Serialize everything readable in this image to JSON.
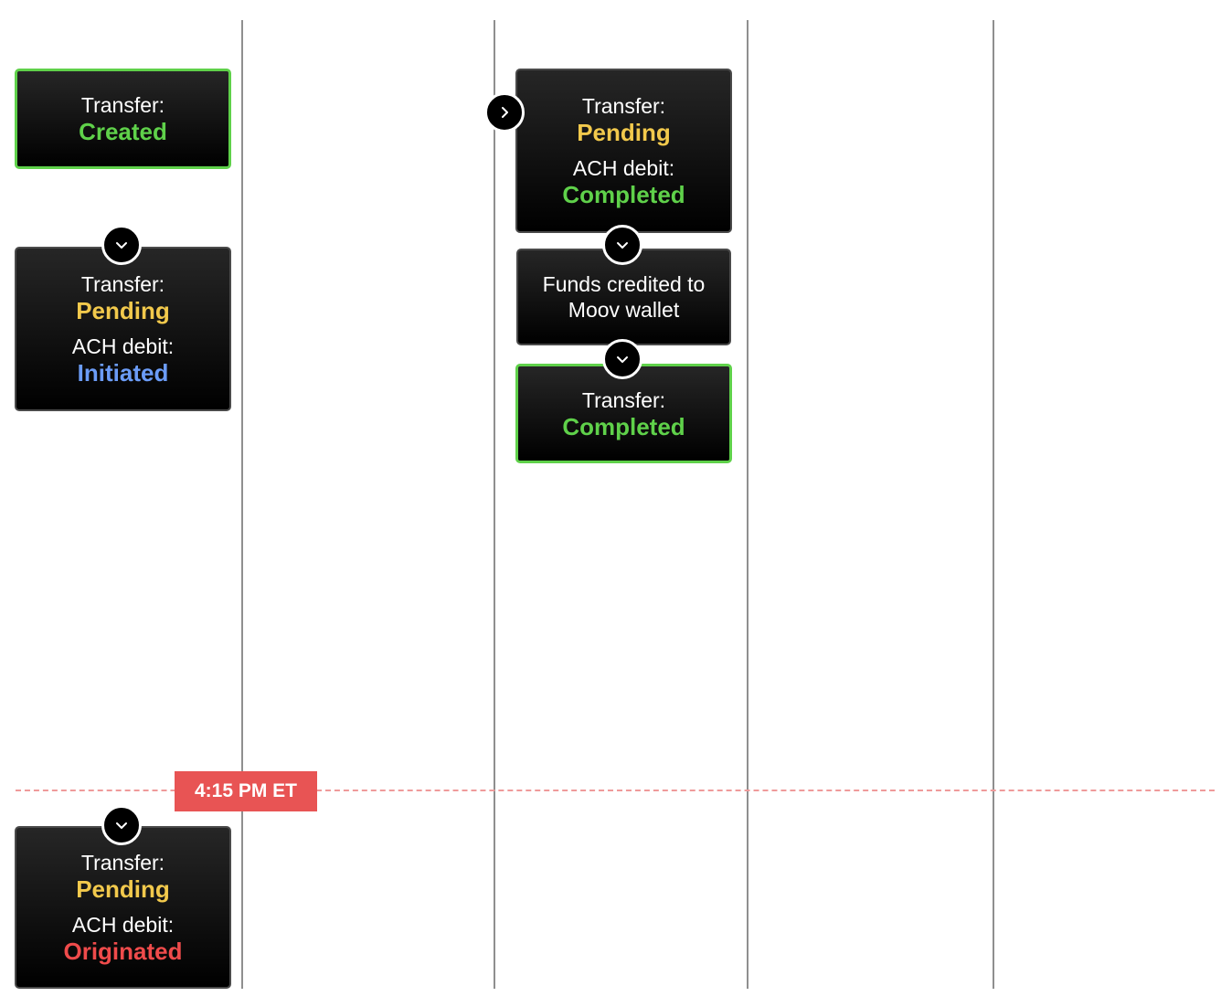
{
  "cutoff": {
    "label": "4:15 PM ET",
    "color": "#e85454"
  },
  "colors": {
    "completed": "#5fd14a",
    "pending": "#f2c94c",
    "initiated": "#6b9cf7",
    "originated": "#ef4b4b"
  },
  "cards": {
    "created": {
      "label": "Transfer:",
      "status": "Created"
    },
    "pending_initiated": {
      "transfer_label": "Transfer:",
      "transfer_status": "Pending",
      "ach_label": "ACH debit:",
      "ach_status": "Initiated"
    },
    "pending_originated": {
      "transfer_label": "Transfer:",
      "transfer_status": "Pending",
      "ach_label": "ACH debit:",
      "ach_status": "Originated"
    },
    "pending_completed": {
      "transfer_label": "Transfer:",
      "transfer_status": "Pending",
      "ach_label": "ACH debit:",
      "ach_status": "Completed"
    },
    "funds": {
      "line1": "Funds credited to",
      "line2": "Moov wallet"
    },
    "completed": {
      "label": "Transfer:",
      "status": "Completed"
    }
  },
  "icons": {
    "step_down": "chevron-down-icon",
    "step_right": "chevron-right-icon"
  }
}
